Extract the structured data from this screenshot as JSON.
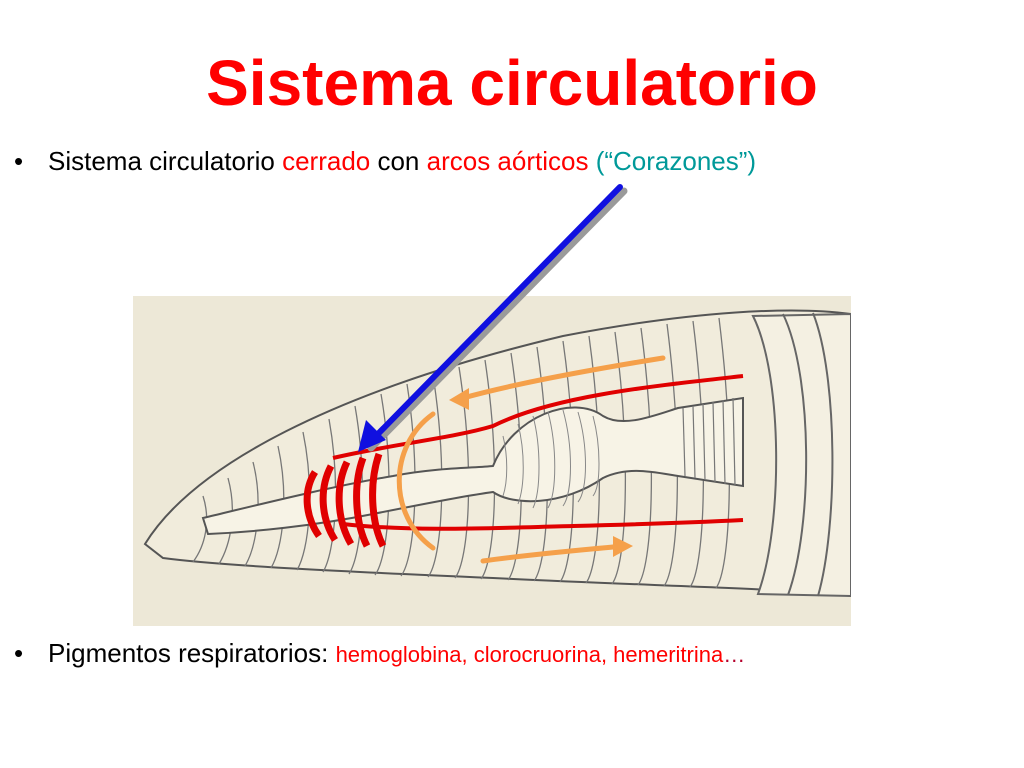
{
  "slide": {
    "title": "Sistema circulatorio",
    "bullet_1": {
      "marker": "•",
      "part1": "Sistema circulatorio ",
      "part2_red": "cerrado",
      "part3": " con ",
      "part4_red": "arcos aórticos",
      "part5": " ",
      "part6_teal": "(“Corazones”)"
    },
    "bullet_2": {
      "marker": "•",
      "part1": "Pigmentos respiratorios: ",
      "part2_red": "hemoglobina, clorocruorina, hemeritrina",
      "part3_ellipsis": "…"
    }
  },
  "figure": {
    "description_icon": "earthworm-anterior-anatomy-illustration",
    "colors": {
      "background": "#ede8d7",
      "vessel": "#e00000",
      "flow_arrow": "#f5a04a",
      "pointer_arrow": "#1010e0",
      "outline": "#555555"
    }
  }
}
